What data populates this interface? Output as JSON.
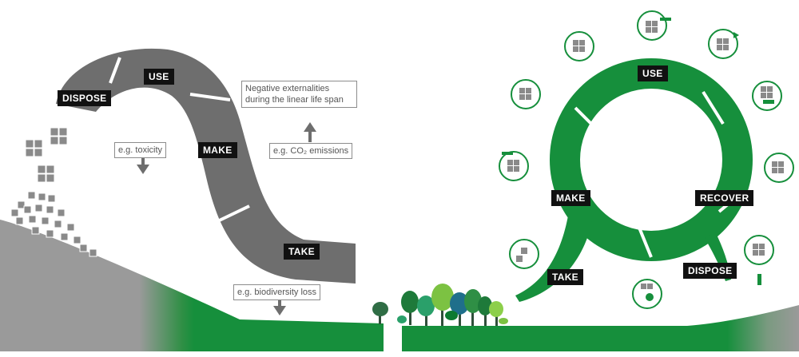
{
  "linear": {
    "stages": {
      "dispose": "DISPOSE",
      "use": "USE",
      "make": "MAKE",
      "take": "TAKE"
    },
    "notes": {
      "externalities_line1": "Negative externalities",
      "externalities_line2": "during the linear life span",
      "co2": "e.g. CO₂ emissions",
      "toxicity": "e.g. toxicity",
      "biodiversity": "e.g. biodiversity loss"
    }
  },
  "circular": {
    "stages": {
      "use": "USE",
      "make": "MAKE",
      "recover": "RECOVER",
      "take": "TAKE",
      "dispose": "DISPOSE"
    },
    "icons": [
      "hammer-icon",
      "rotate-icon",
      "hand-icon",
      "box-icon",
      "stack-icon",
      "recycle-icon",
      "brush-icon",
      "pen-icon",
      "hand-drop-icon",
      "arrow-icon",
      "tools-icon"
    ]
  },
  "colors": {
    "linear_grey": "#6e6e6e",
    "ground_grey": "#9a9a9a",
    "circular_green": "#168f3c",
    "dark_green": "#0d7a31"
  }
}
